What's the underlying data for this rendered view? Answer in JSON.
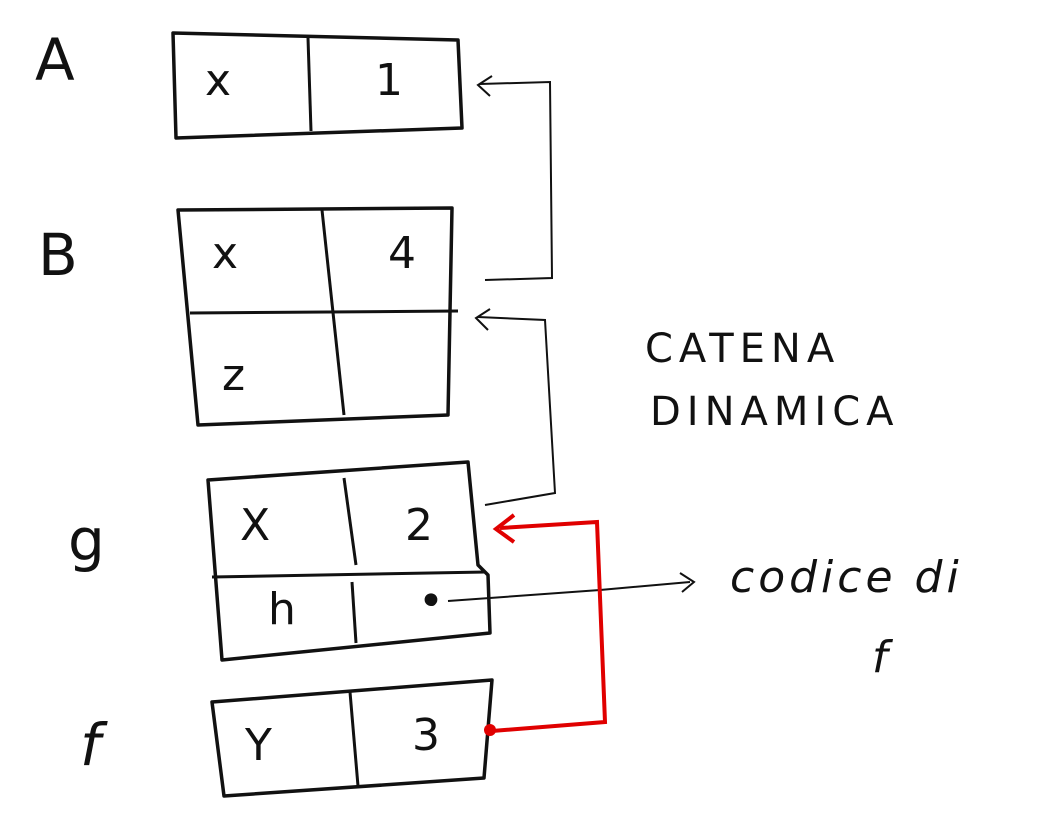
{
  "frames": [
    {
      "name": "A",
      "rows": [
        {
          "var": "x",
          "val": "1"
        }
      ]
    },
    {
      "name": "B",
      "rows": [
        {
          "var": "x",
          "val": "4"
        },
        {
          "var": "z",
          "val": ""
        }
      ]
    },
    {
      "name": "g",
      "rows": [
        {
          "var": "X",
          "val": "2"
        },
        {
          "var": "h",
          "val": "•"
        }
      ]
    },
    {
      "name": "f",
      "rows": [
        {
          "var": "Y",
          "val": "3"
        }
      ]
    }
  ],
  "annotations": {
    "chain_line1": "CATENA",
    "chain_line2": "DINAMICA",
    "code_line1": "codice di",
    "code_line2": "f"
  },
  "colors": {
    "ink": "#111111",
    "static_link": "#e00000"
  }
}
